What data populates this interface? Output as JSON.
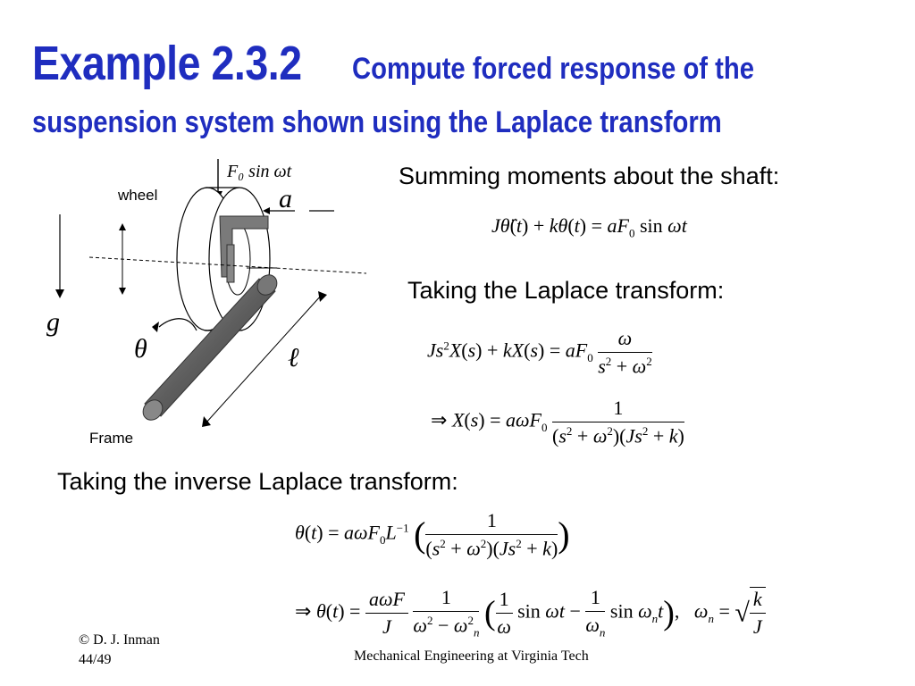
{
  "title": {
    "example": "Example 2.3.2",
    "line1": "Compute forced response of the",
    "line2": "suspension system shown using the Laplace transform"
  },
  "diagram": {
    "force_label": "F₀ sin ωt",
    "wheel_label": "wheel",
    "a_label": "a",
    "g_label": "g",
    "theta_label": "θ",
    "ell_label": "ℓ",
    "frame_label": "Frame"
  },
  "text": {
    "summing": "Summing moments about the shaft:",
    "laplace": "Taking the Laplace transform:",
    "inverse": "Taking the inverse Laplace transform:"
  },
  "footer": {
    "copyright": "© D. J. Inman",
    "page": "44/49",
    "dept": "Mechanical Engineering at Virginia Tech"
  }
}
